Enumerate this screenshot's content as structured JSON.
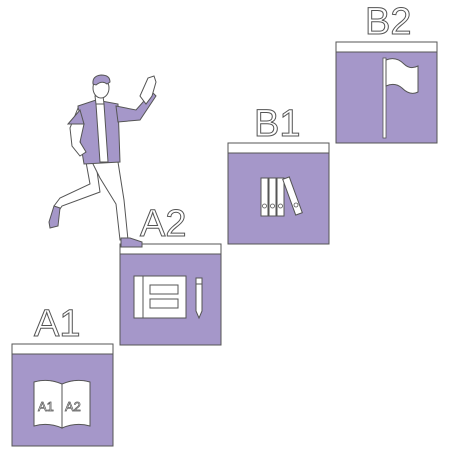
{
  "levels": {
    "a1": {
      "label": "A1",
      "icon": "open-book-icon",
      "book_left": "A1",
      "book_right": "A2"
    },
    "a2": {
      "label": "A2",
      "icon": "notebook-pencil-icon"
    },
    "b1": {
      "label": "B1",
      "icon": "binders-icon"
    },
    "b2": {
      "label": "B2",
      "icon": "flag-icon"
    }
  },
  "colors": {
    "step_fill": "#a597c9",
    "outline": "#555555",
    "shirt": "#a597c9",
    "background": "#ffffff"
  }
}
